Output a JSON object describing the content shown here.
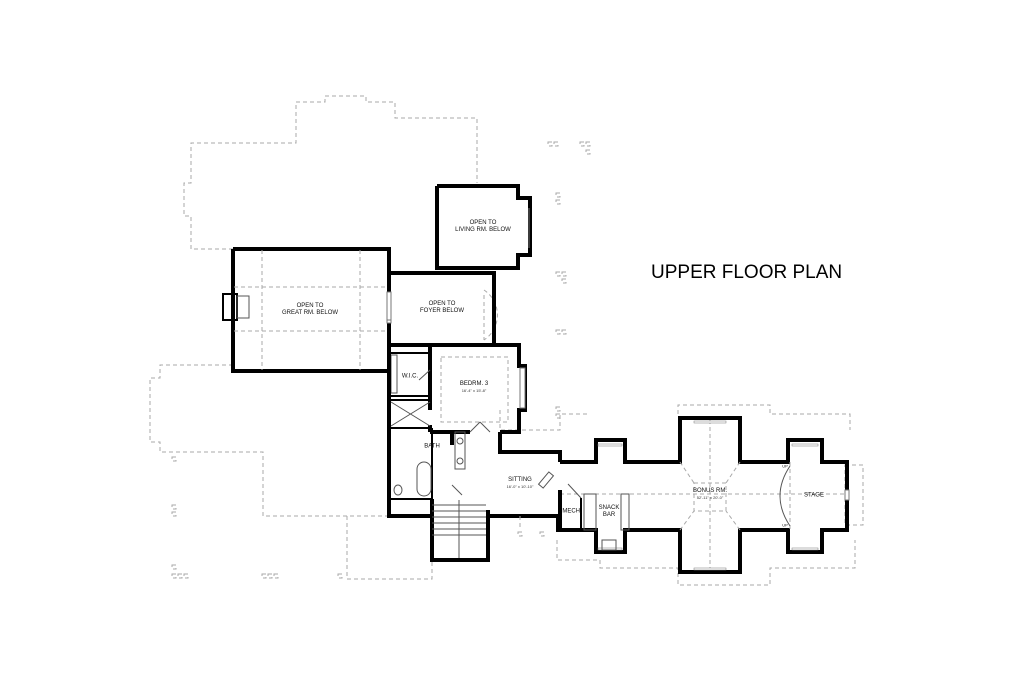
{
  "title": "UPPER FLOOR PLAN",
  "rooms": {
    "living_open": {
      "line1": "OPEN TO",
      "line2": "LIVING RM. BELOW"
    },
    "great_open": {
      "line1": "OPEN TO",
      "line2": "GREAT RM. BELOW"
    },
    "foyer_open": {
      "line1": "OPEN TO",
      "line2": "FOYER BELOW"
    },
    "wic": {
      "name": "W.I.C."
    },
    "bedrm3": {
      "name": "BEDRM. 3",
      "dims": "16'-4\" x 15'-8\""
    },
    "bath": {
      "name": "BATH"
    },
    "sitting": {
      "name": "SITTING",
      "dims": "16'-0\" x 10'-10\""
    },
    "mech": {
      "name": "MECH."
    },
    "snack_bar": {
      "line1": "SNACK",
      "line2": "BAR"
    },
    "bonus_rm": {
      "name": "BONUS RM.",
      "dims": "52'-11\" x 20'-0\""
    },
    "stage": {
      "name": "STAGE"
    },
    "stage_steps": {
      "up_top": "UP",
      "up_bottom": "UP"
    }
  },
  "colors": {
    "walls": "#000000",
    "dashed_outline": "#a8a8a8",
    "background": "#ffffff"
  }
}
